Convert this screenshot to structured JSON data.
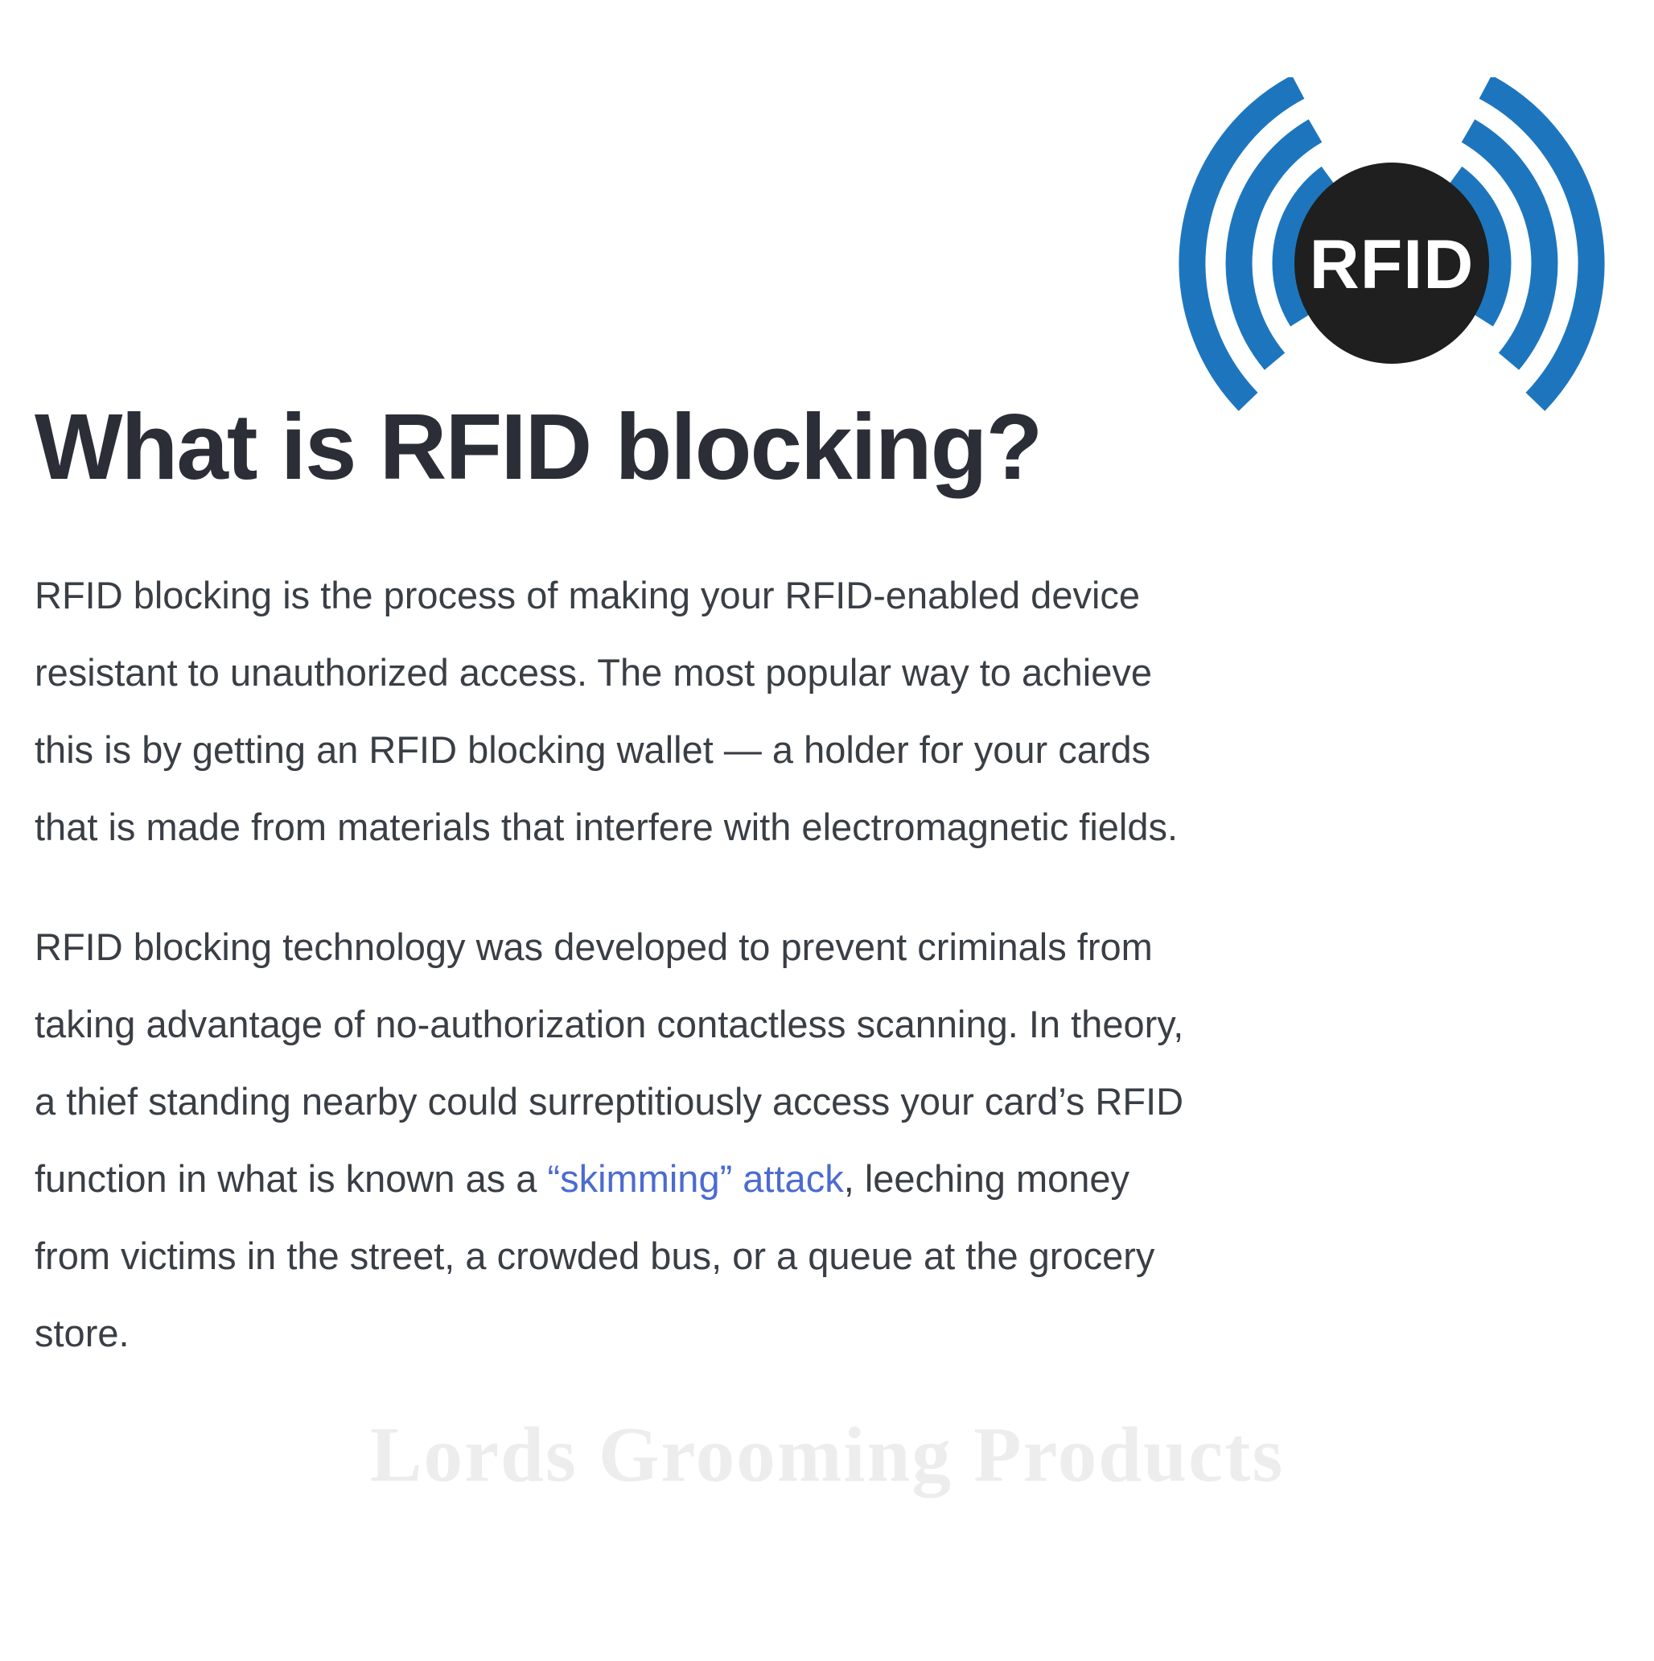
{
  "logo": {
    "label": "RFID",
    "badge_color": "#1f1f1f",
    "wave_color": "#1d76bd",
    "label_color": "#ffffff"
  },
  "article": {
    "heading": "What is RFID blocking?",
    "heading_color": "#2b2e36",
    "body_color": "#3a3e45",
    "p1_lines": [
      "RFID blocking is the process of making your RFID-enabled device",
      "resistant to unauthorized access. The most popular way to achieve",
      "this is by getting an RFID blocking wallet — a holder for your cards",
      "that is made from materials that interfere with electromagnetic fields."
    ],
    "p2_lines_before": [
      "RFID blocking technology was developed to prevent criminals from",
      "taking advantage of no-authorization contactless scanning. In theory,",
      "a thief standing nearby could surreptitiously access your card’s RFID"
    ],
    "p2_link_line": {
      "before": "function in what is known as a ",
      "link": "“skimming” attack",
      "after": ", leeching money"
    },
    "link_color": "#4b6bd1",
    "p2_lines_after": [
      "from victims in the street, a crowded bus, or a queue at the grocery",
      "store."
    ]
  },
  "watermark": {
    "text": "Lords Grooming Products",
    "color": "#eeedee"
  }
}
